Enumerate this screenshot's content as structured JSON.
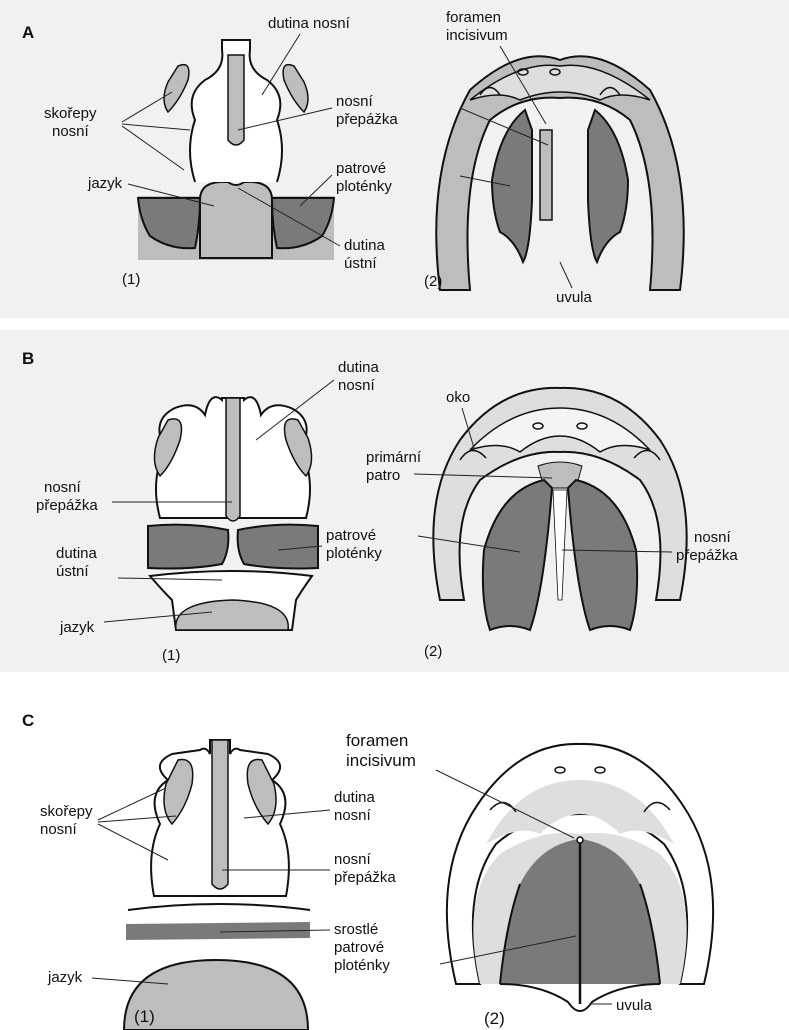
{
  "panels": {
    "a": {
      "letter": "A",
      "left": {
        "sub_label": "(1)",
        "labels": {
          "dutina_nosni": "dutina nosní",
          "skorepy_1": "skořepy",
          "skorepy_2": "nosní",
          "nosni_prepazka_1": "nosní",
          "nosni_prepazka_2": "přepážka",
          "jazyk": "jazyk",
          "patrove_1": "patrové",
          "patrove_2": "ploténky",
          "dutina_ustni_1": "dutina",
          "dutina_ustni_2": "ústní"
        }
      },
      "right": {
        "sub_label": "(2)",
        "labels": {
          "foramen_1": "foramen",
          "foramen_2": "incisivum",
          "uvula": "uvula"
        }
      }
    },
    "b": {
      "letter": "B",
      "left": {
        "sub_label": "(1)",
        "labels": {
          "dutina_nosni_1": "dutina",
          "dutina_nosni_2": "nosní",
          "nosni_prepazka_1": "nosní",
          "nosni_prepazka_2": "přepážka",
          "patrove_1": "patrové",
          "patrove_2": "ploténky",
          "dutina_ustni_1": "dutina",
          "dutina_ustni_2": "ústní",
          "jazyk": "jazyk"
        }
      },
      "right": {
        "sub_label": "(2)",
        "labels": {
          "oko": "oko",
          "primarni_1": "primární",
          "primarni_2": "patro",
          "nosni_prepazka_1": "nosní",
          "nosni_prepazka_2": "přepážka"
        }
      }
    },
    "c": {
      "letter": "C",
      "left": {
        "sub_label": "(1)",
        "labels": {
          "skorepy_1": "skořepy",
          "skorepy_2": "nosní",
          "dutina_nosni_1": "dutina",
          "dutina_nosni_2": "nosní",
          "nosni_prepazka_1": "nosní",
          "nosni_prepazka_2": "přepážka",
          "srostle_1": "srostlé",
          "srostle_2": "patrové",
          "srostle_3": "ploténky",
          "jazyk": "jazyk"
        }
      },
      "right": {
        "sub_label": "(2)",
        "labels": {
          "foramen_1": "foramen",
          "foramen_2": "incisivum",
          "uvula": "uvula"
        }
      }
    }
  },
  "colors": {
    "dark_tissue": "#7a7a7a",
    "light_tissue": "#bdbdbd",
    "pale_tissue": "#dedede",
    "outline": "#111111",
    "panel_background": "#f1f1f1"
  }
}
